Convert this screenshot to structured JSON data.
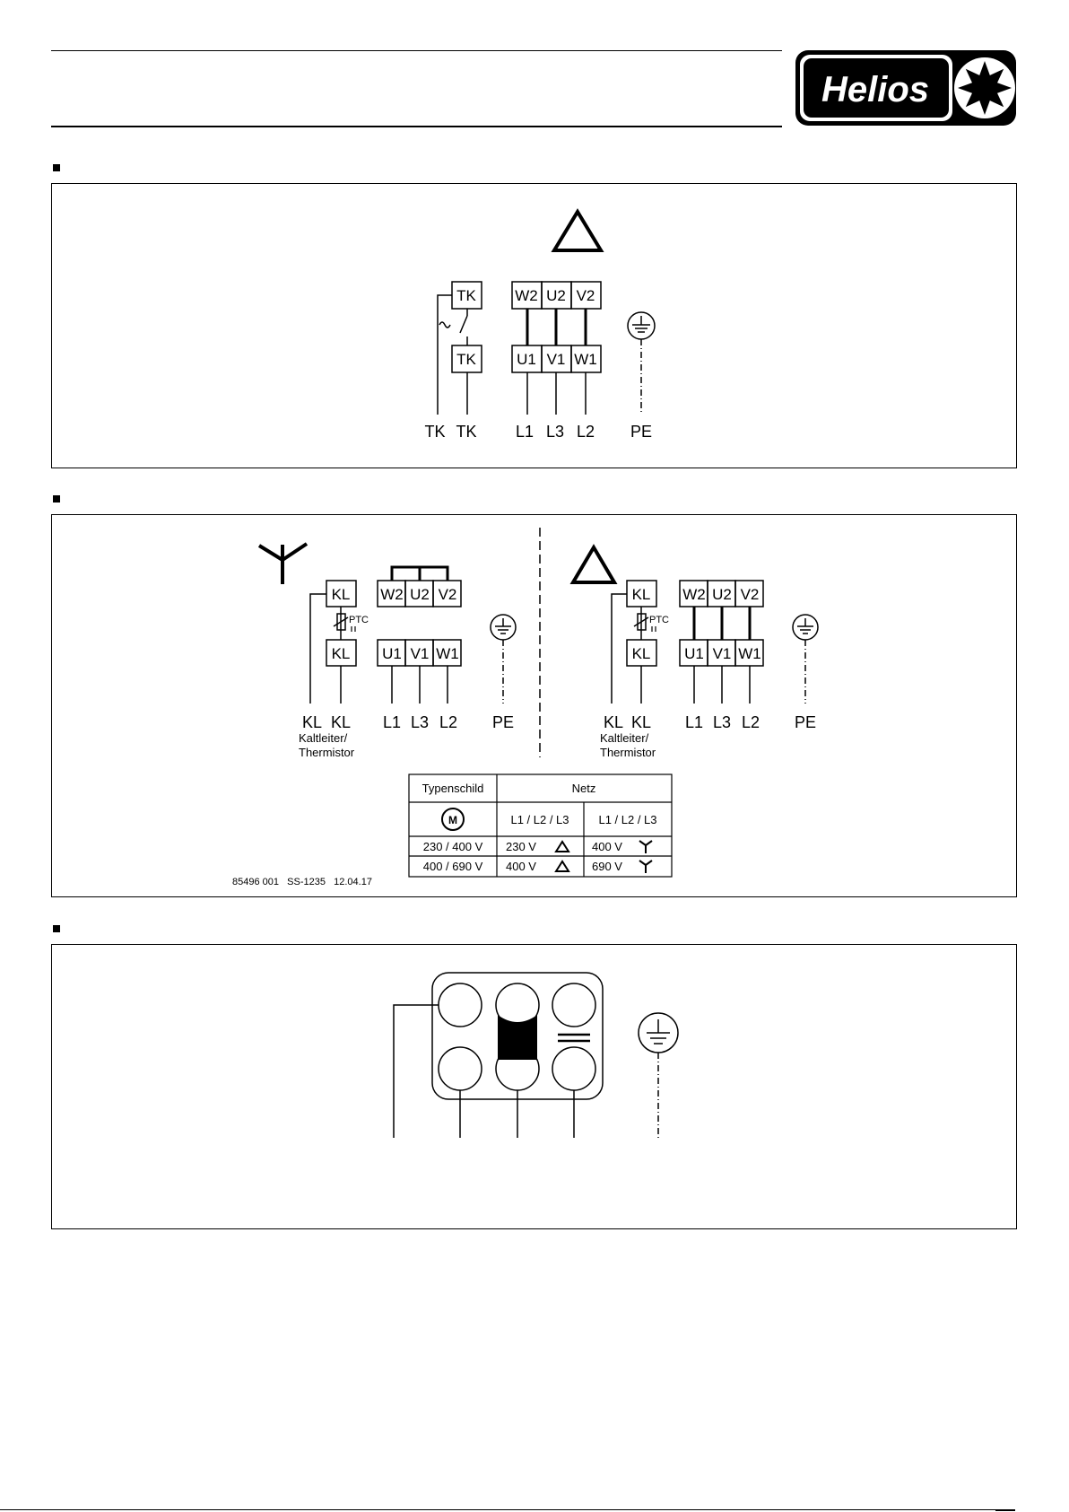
{
  "brand": {
    "name": "Helios"
  },
  "section1": {
    "terminals_top": [
      "TK",
      "W2",
      "U2",
      "V2"
    ],
    "terminals_bottom": [
      "TK",
      "U1",
      "V1",
      "W1"
    ],
    "leads": [
      "TK",
      "TK",
      "L1",
      "L3",
      "L2",
      "PE"
    ]
  },
  "section2": {
    "star": {
      "kl_top": "KL",
      "kl_bottom": "KL",
      "ptc": "PTC",
      "terminals_top": [
        "W2",
        "U2",
        "V2"
      ],
      "terminals_bottom": [
        "U1",
        "V1",
        "W1"
      ],
      "leads": [
        "KL",
        "KL",
        "L1",
        "L3",
        "L2",
        "PE"
      ],
      "note_line1": "Kaltleiter/",
      "note_line2": "Thermistor"
    },
    "delta": {
      "kl_top": "KL",
      "kl_bottom": "KL",
      "ptc": "PTC",
      "terminals_top": [
        "W2",
        "U2",
        "V2"
      ],
      "terminals_bottom": [
        "U1",
        "V1",
        "W1"
      ],
      "leads": [
        "KL",
        "KL",
        "L1",
        "L3",
        "L2",
        "PE"
      ],
      "note_line1": "Kaltleiter/",
      "note_line2": "Thermistor"
    },
    "table": {
      "header_typenschild": "Typenschild",
      "header_netz": "Netz",
      "motor_symbol": "M",
      "sub_col1": "L1 / L2 / L3",
      "sub_col2": "L1 / L2 / L3",
      "rows": [
        {
          "typenschild": "230 / 400 V",
          "net1": "230 V",
          "net2": "400 V"
        },
        {
          "typenschild": "400 / 690 V",
          "net1": "400 V",
          "net2": "690 V"
        }
      ]
    },
    "doc_ref": "85496 001   SS-1235   12.04.17"
  }
}
